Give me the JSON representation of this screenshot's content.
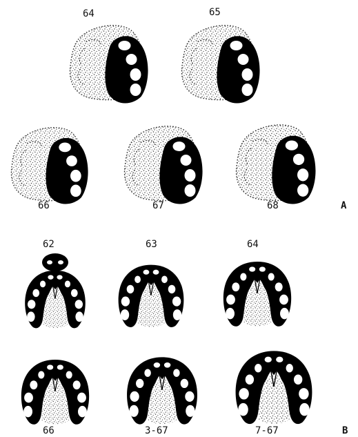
{
  "figure": {
    "panel_a": {
      "letter": "A",
      "casts": [
        {
          "label": "64",
          "shape": "right-half-palate-cast"
        },
        {
          "label": "65",
          "shape": "right-half-palate-cast"
        },
        {
          "label": "66",
          "shape": "right-half-palate-cast"
        },
        {
          "label": "67",
          "shape": "right-half-palate-cast"
        },
        {
          "label": "68",
          "shape": "right-half-palate-cast"
        }
      ]
    },
    "panel_b": {
      "letter": "B",
      "casts": [
        {
          "label": "62",
          "shape": "arch-with-separate-premaxilla"
        },
        {
          "label": "63",
          "shape": "arch-with-cleft"
        },
        {
          "label": "64",
          "shape": "arch-with-cleft"
        },
        {
          "label": "66",
          "shape": "arch-with-cleft"
        },
        {
          "label": "3-67",
          "shape": "arch-with-cleft"
        },
        {
          "label": "7-67",
          "shape": "arch-with-cleft"
        }
      ]
    },
    "colors": {
      "ink": "#000000",
      "stipple": "#3a3a3a",
      "paper": "#ffffff"
    }
  }
}
